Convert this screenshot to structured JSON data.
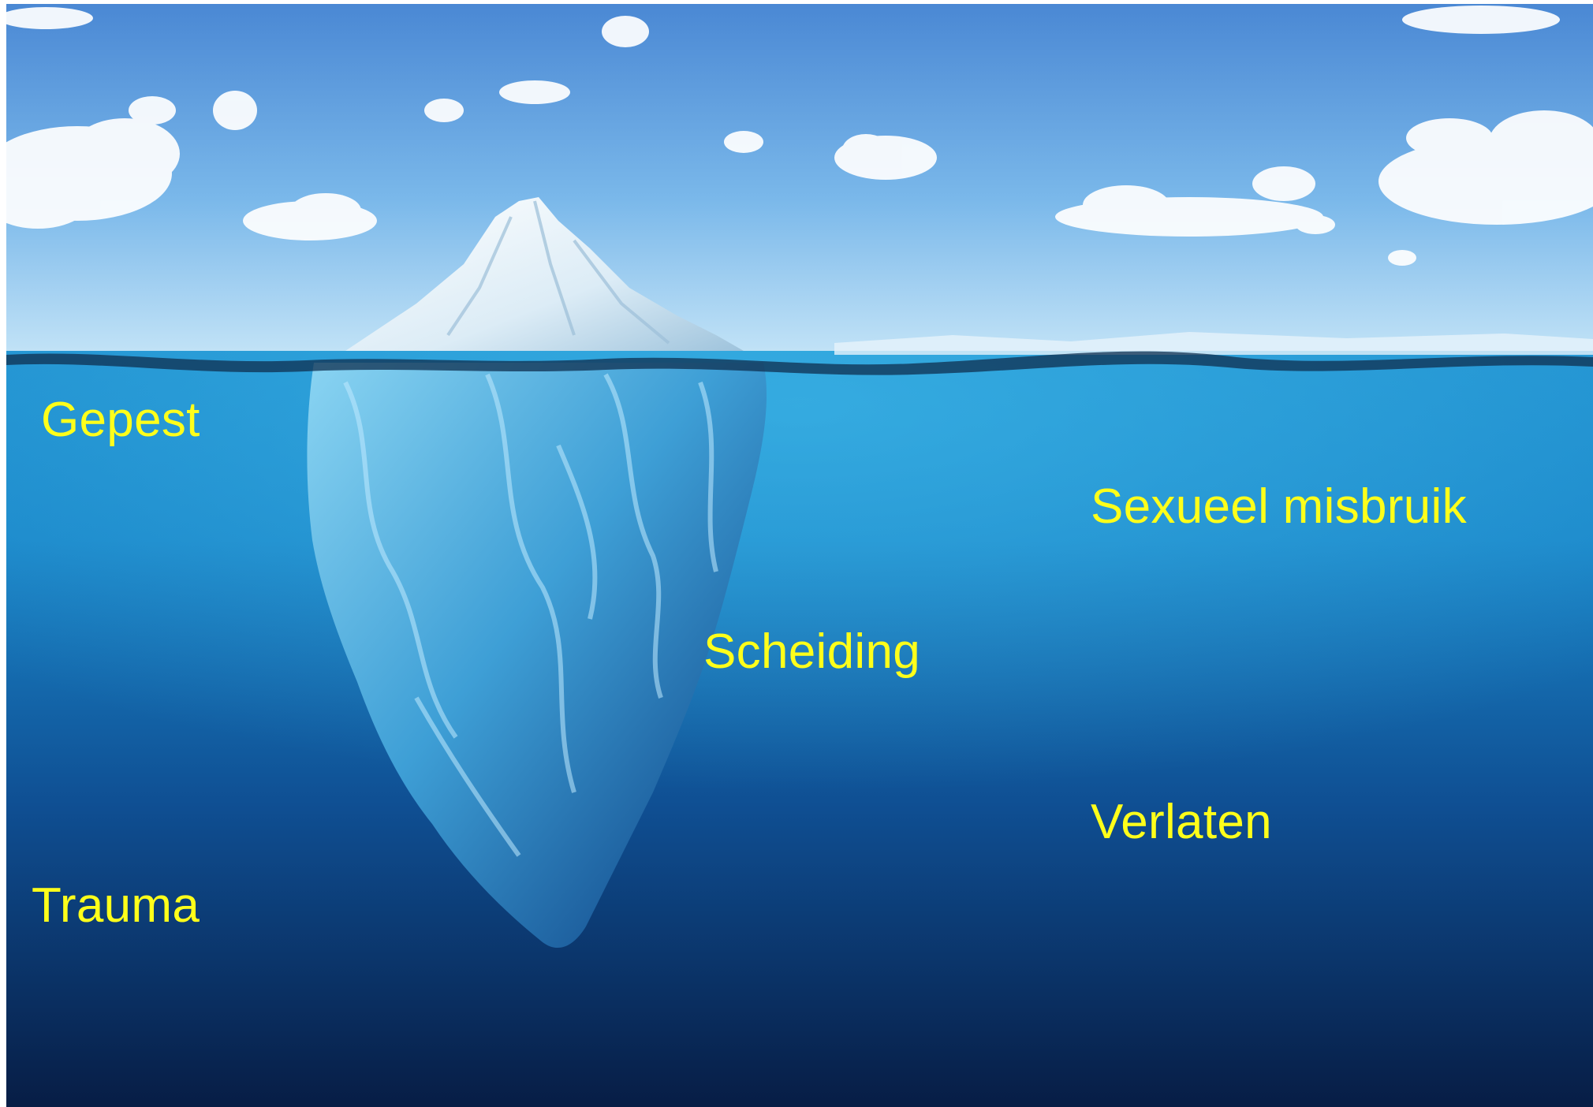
{
  "colors": {
    "label": "#ffff1a",
    "sky_top": "#4f8fd8",
    "sky_bottom": "#bfe2f7",
    "water_top": "#2aa6e0",
    "water_bottom": "#0a2550",
    "ice_above": "#eef6fb",
    "ice_below": "#7cc8ea"
  },
  "labels": {
    "gepest": "Gepest",
    "sexueel_misbruik": "Sexueel misbruik",
    "scheiding": "Scheiding",
    "verlaten": "Verlaten",
    "trauma": "Trauma"
  }
}
